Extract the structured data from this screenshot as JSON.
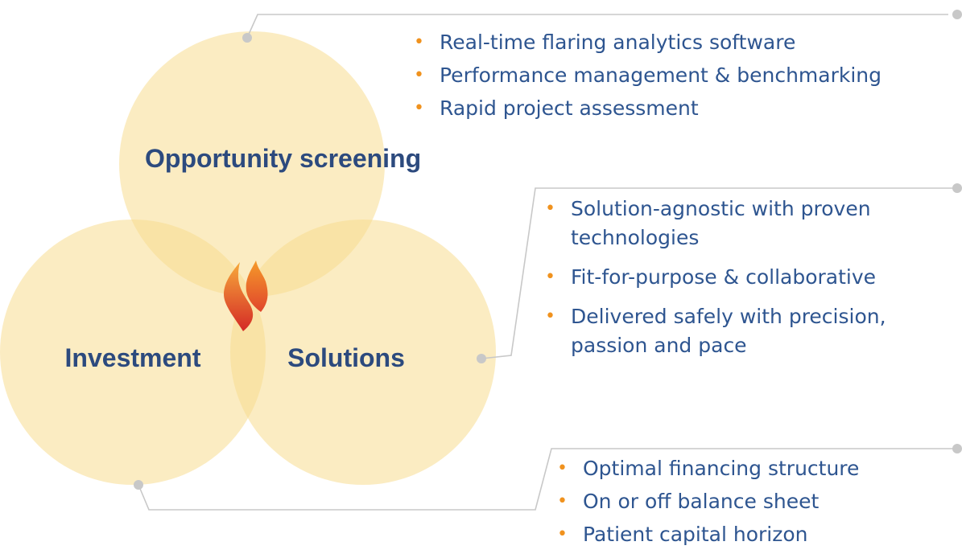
{
  "colors": {
    "circle_fill": "#f8dc90",
    "text_dark_blue": "#2c4a7e",
    "bullet_text": "#2e5590",
    "bullet_dot": "#f0921e",
    "connector": "#c8c8c8",
    "logo_orange": "#f39a2a",
    "logo_red": "#d8282a"
  },
  "venn": {
    "top_label": "Opportunity screening",
    "left_label": "Investment",
    "right_label": "Solutions",
    "center_logo": "flame-logo"
  },
  "lists": {
    "top": [
      "Real-time flaring analytics software",
      "Performance management & benchmarking",
      "Rapid project assessment"
    ],
    "middle": [
      "Solution-agnostic with proven technologies",
      "Fit-for-purpose & collaborative",
      "Delivered safely with precision, passion and pace"
    ],
    "bottom": [
      "Optimal financing structure",
      "On or off balance sheet",
      "Patient capital horizon"
    ]
  }
}
